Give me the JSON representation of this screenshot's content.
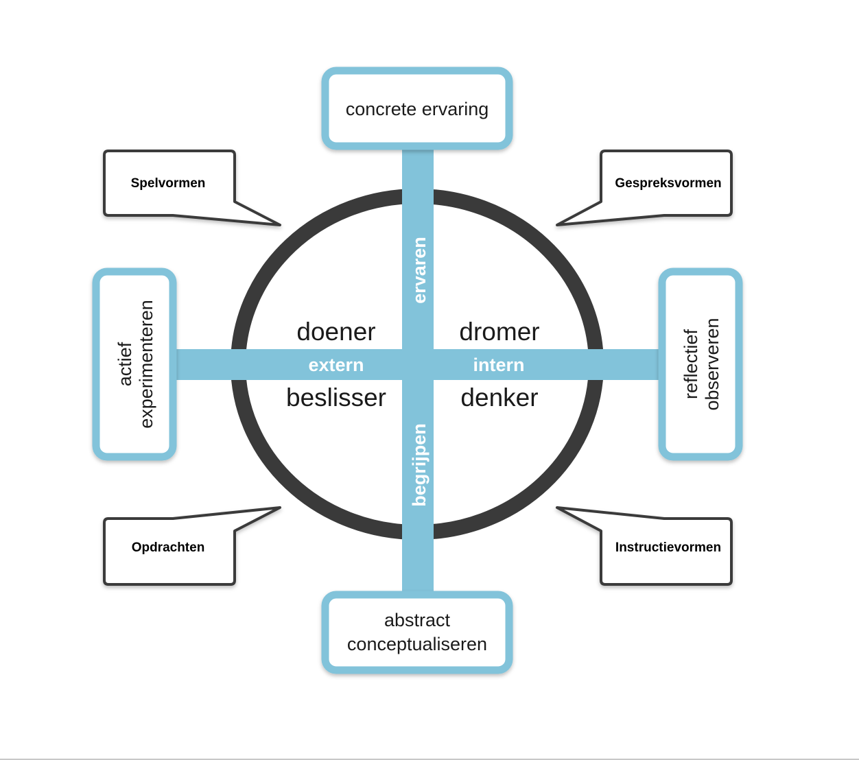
{
  "stages": {
    "top": "concrete ervaring",
    "bottom_line1": "abstract",
    "bottom_line2": "conceptualiseren",
    "left_line1": "actief",
    "left_line2": "experimenteren",
    "right_line1": "reflectief",
    "right_line2": "observeren"
  },
  "axes": {
    "top": "ervaren",
    "bottom": "begrijpen",
    "left": "extern",
    "right": "intern"
  },
  "quadrants": {
    "top_left": "doener",
    "top_right": "dromer",
    "bottom_left": "beslisser",
    "bottom_right": "denker"
  },
  "callouts": {
    "top_left": "Spelvormen",
    "top_right": "Gespreksvormen",
    "bottom_left": "Opdrachten",
    "bottom_right": "Instructievormen"
  },
  "colors": {
    "axis": "#82c3da",
    "ring": "#3a3a3a",
    "box_border": "#82c3da",
    "callout_border": "#3a3a3a"
  }
}
